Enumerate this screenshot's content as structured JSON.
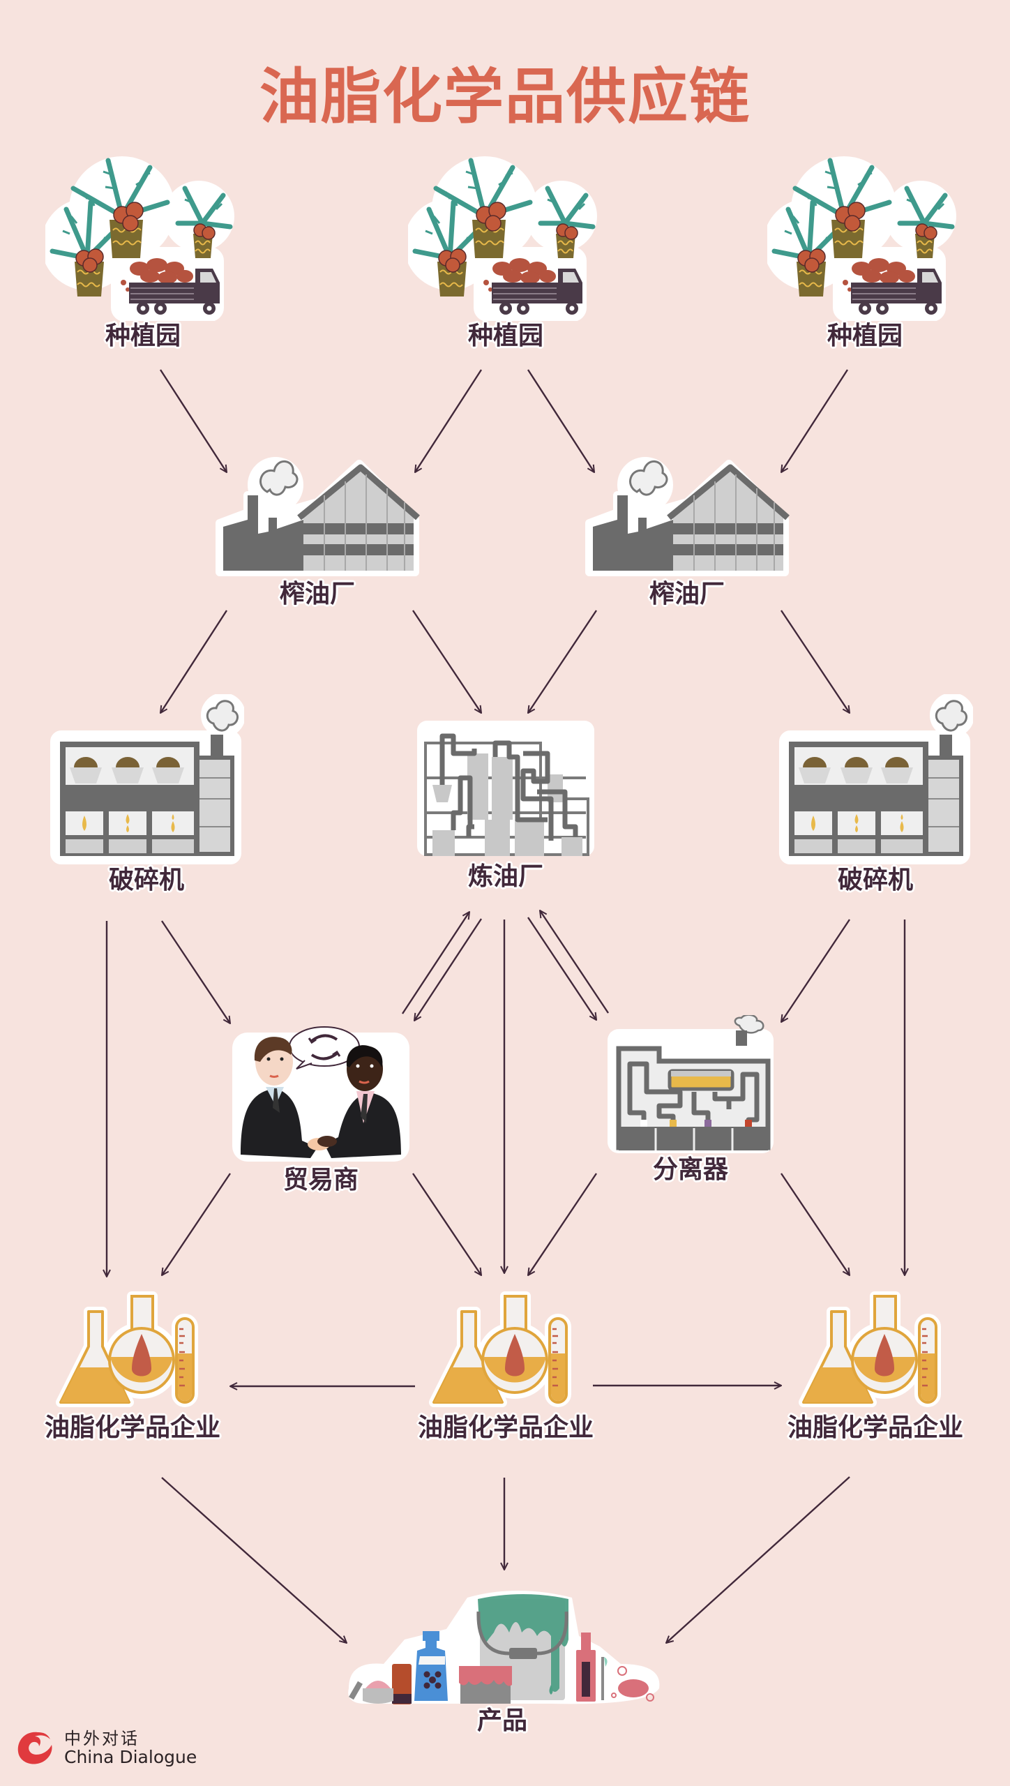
{
  "title": "油脂化学品供应链",
  "colors": {
    "background": "#f7e3de",
    "title": "#d96751",
    "label": "#41283a",
    "arrow": "#41283a",
    "logo_red": "#e03a3e"
  },
  "nodes": {
    "plantation_1": {
      "label": "种植园",
      "icon": "palm-plantation-truck-icon"
    },
    "plantation_2": {
      "label": "种植园",
      "icon": "palm-plantation-truck-icon"
    },
    "plantation_3": {
      "label": "种植园",
      "icon": "palm-plantation-truck-icon"
    },
    "mill_1": {
      "label": "榨油厂",
      "icon": "palm-oil-mill-factory-icon"
    },
    "mill_2": {
      "label": "榨油厂",
      "icon": "palm-oil-mill-factory-icon"
    },
    "crusher_1": {
      "label": "破碎机",
      "icon": "kernel-crusher-icon"
    },
    "refinery": {
      "label": "炼油厂",
      "icon": "refinery-pipes-icon"
    },
    "crusher_2": {
      "label": "破碎机",
      "icon": "kernel-crusher-icon"
    },
    "trader": {
      "label": "贸易商",
      "icon": "handshake-traders-icon"
    },
    "separator": {
      "label": "分离器",
      "icon": "fractionation-separator-icon"
    },
    "oleo_1": {
      "label": "油脂化学品企业",
      "icon": "lab-flasks-icon"
    },
    "oleo_2": {
      "label": "油脂化学品企业",
      "icon": "lab-flasks-icon"
    },
    "oleo_3": {
      "label": "油脂化学品企业",
      "icon": "lab-flasks-icon"
    },
    "products": {
      "label": "产品",
      "icon": "consumer-products-icon",
      "items": [
        "cream jar",
        "CREAM",
        "detergent bottle",
        "paint bucket",
        "paint tin",
        "shampoo with comb",
        "toothbrush",
        "SOAP"
      ]
    }
  },
  "edges": [
    {
      "from": "plantation_1",
      "to": "mill_1"
    },
    {
      "from": "plantation_2",
      "to": "mill_1"
    },
    {
      "from": "plantation_2",
      "to": "mill_2"
    },
    {
      "from": "plantation_3",
      "to": "mill_2"
    },
    {
      "from": "mill_1",
      "to": "crusher_1"
    },
    {
      "from": "mill_1",
      "to": "refinery"
    },
    {
      "from": "mill_2",
      "to": "refinery"
    },
    {
      "from": "mill_2",
      "to": "crusher_2"
    },
    {
      "from": "crusher_1",
      "to": "oleo_1"
    },
    {
      "from": "crusher_1",
      "to": "trader"
    },
    {
      "from": "trader",
      "to": "refinery"
    },
    {
      "from": "refinery",
      "to": "trader"
    },
    {
      "from": "refinery",
      "to": "oleo_2"
    },
    {
      "from": "refinery",
      "to": "separator"
    },
    {
      "from": "separator",
      "to": "refinery"
    },
    {
      "from": "crusher_2",
      "to": "separator"
    },
    {
      "from": "crusher_2",
      "to": "oleo_3"
    },
    {
      "from": "trader",
      "to": "oleo_1"
    },
    {
      "from": "trader",
      "to": "oleo_2"
    },
    {
      "from": "separator",
      "to": "oleo_2"
    },
    {
      "from": "separator",
      "to": "oleo_3"
    },
    {
      "from": "oleo_2",
      "to": "oleo_1"
    },
    {
      "from": "oleo_2",
      "to": "oleo_3"
    },
    {
      "from": "oleo_1",
      "to": "products"
    },
    {
      "from": "oleo_2",
      "to": "products"
    },
    {
      "from": "oleo_3",
      "to": "products"
    }
  ],
  "logo": {
    "cn": "中外对话",
    "en": "China Dialogue"
  }
}
